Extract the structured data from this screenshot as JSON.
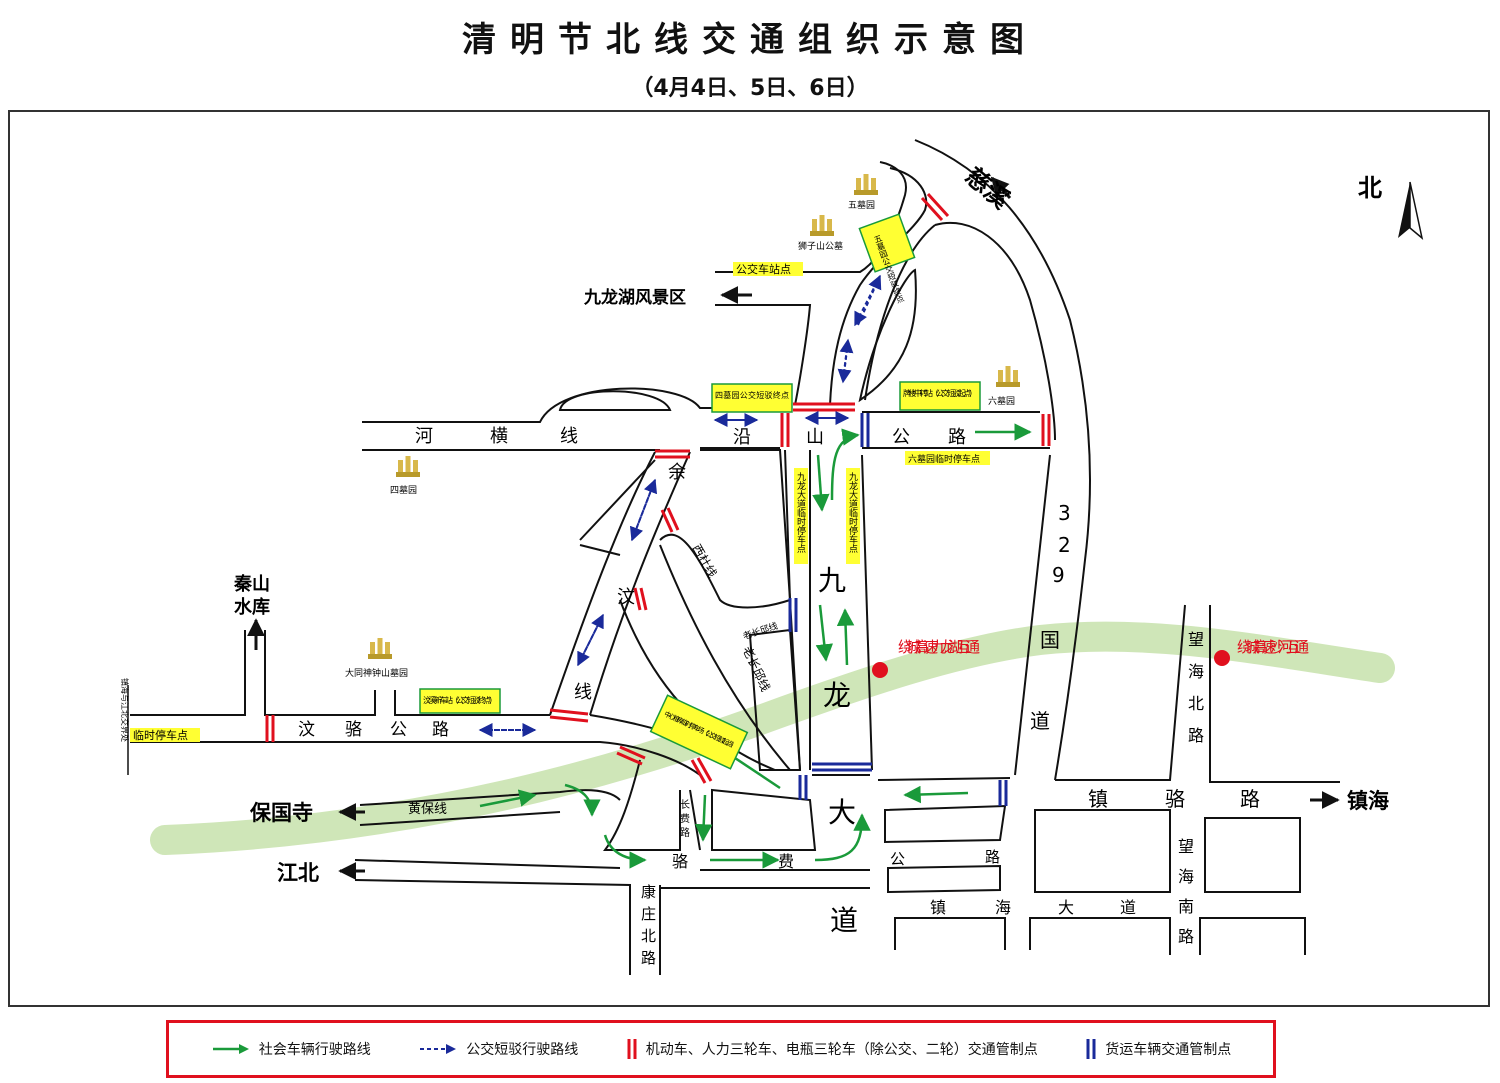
{
  "title": "清明节北线交通组织示意图",
  "subtitle": "（4月4日、5日、6日）",
  "north_label": "北",
  "colors": {
    "social_route": "#1a9a3a",
    "bus_route": "#1a2a9a",
    "motor_control": "#e0101e",
    "freight_control": "#1a2a9a",
    "expressway": "#cfe6b8",
    "label_box": "#ffff33"
  },
  "map": {
    "destinations": {
      "cixi": "慈溪",
      "jiulonghu": "九龙湖风景区",
      "qinshan": "秦山水库",
      "baoguosi": "保国寺",
      "jiangbei": "江北",
      "zhenhai": "镇海"
    },
    "roads": {
      "hengxian": [
        "河",
        "横",
        "线"
      ],
      "yanshan": [
        "沿",
        "山",
        "公",
        "路"
      ],
      "yuru_line": [
        "余",
        "汶",
        "线"
      ],
      "xidu": "西杜线",
      "laochanghuan_small": "老长邱线",
      "laochanghuan": "老长邱线",
      "rulu": [
        "汶",
        "骆",
        "公",
        "路"
      ],
      "huangbao": "黄保线",
      "changfei": "长费路",
      "luofei": [
        "骆",
        "费"
      ],
      "kangzhuang": "康庄北路",
      "jiulong_avenue": [
        "九",
        "龙",
        "大",
        "道"
      ],
      "g329": [
        "3",
        "2",
        "9",
        "国",
        "道"
      ],
      "zhenluo": [
        "镇",
        "骆",
        "路"
      ],
      "zhenhai_avenue": [
        "镇",
        "海",
        "大",
        "道"
      ],
      "wanghai_north": "望海北路",
      "wanghai_south": "望海南路",
      "small_gonglu": [
        "公",
        "路"
      ],
      "border": "镇海与江北交界处"
    },
    "cemeteries": {
      "wumu": "五墓园",
      "shizishan": "狮子山公墓",
      "liumu": "六墓园",
      "simu": "四墓园",
      "datong": "大同神钟山墓园"
    },
    "yellow_labels": {
      "bus_stop": "公交车站点",
      "wumu_stop": "五墓园公交短驳终点",
      "simu_stop": "四墓园公交短驳终点",
      "paileou_stop": "牌楼中转站（公交短驳起点）",
      "liumu_parking": "六墓园临时停车点",
      "jiulong_parking_left": "九龙大道临时停车点",
      "jiulong_parking_right": "九龙大道临时停车点",
      "ruxi_station": "汶溪新车站（公交短驳终点）",
      "center_parking": "中心粮库临时停车场（公交短驳起点）",
      "temp_parking": "临时停车点"
    },
    "interchanges": {
      "jiulonghu": "绕城高速九龙湖互通",
      "shahe": "绕城高速沙河互通"
    }
  },
  "legend": [
    {
      "key": "social",
      "label": "社会车辆行驶路线"
    },
    {
      "key": "bus",
      "label": "公交短驳行驶路线"
    },
    {
      "key": "motor",
      "label": "机动车、人力三轮车、电瓶三轮车（除公交、二轮）交通管制点"
    },
    {
      "key": "freight",
      "label": "货运车辆交通管制点"
    }
  ]
}
